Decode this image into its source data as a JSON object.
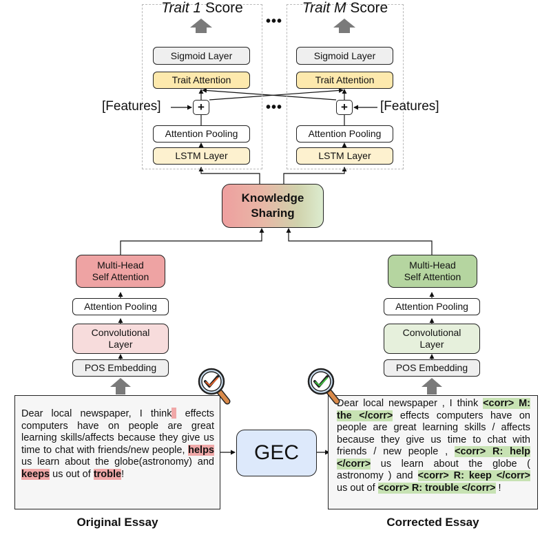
{
  "trait_columns": [
    {
      "score_title_italic": "Trait 1",
      "score_title_rest": " Score",
      "sigmoid": "Sigmoid Layer",
      "trait_attention": "Trait Attention",
      "plus": "+",
      "features": "[Features]",
      "attention_pooling": "Attention Pooling",
      "lstm": "LSTM Layer"
    },
    {
      "score_title_italic": "Trait M",
      "score_title_rest": " Score",
      "sigmoid": "Sigmoid Layer",
      "trait_attention": "Trait Attention",
      "plus": "+",
      "features": "[Features]",
      "attention_pooling": "Attention Pooling",
      "lstm": "LSTM Layer"
    }
  ],
  "ellipsis": "•••",
  "knowledge_sharing": {
    "line1": "Knowledge",
    "line2": "Sharing"
  },
  "encoders": [
    {
      "side": "original",
      "mhsa_line1": "Multi-Head",
      "mhsa_line2": "Self Attention",
      "attention_pooling": "Attention Pooling",
      "conv_line1": "Convolutional",
      "conv_line2": "Layer",
      "pos_embedding": "POS Embedding"
    },
    {
      "side": "corrected",
      "mhsa_line1": "Multi-Head",
      "mhsa_line2": "Self Attention",
      "attention_pooling": "Attention Pooling",
      "conv_line1": "Convolutional",
      "conv_line2": "Layer",
      "pos_embedding": "POS Embedding"
    }
  ],
  "gec": {
    "label": "GEC"
  },
  "original_essay": {
    "caption": "Original Essay",
    "segments": [
      {
        "text": "Dear local newspaper, I think",
        "hl": false
      },
      {
        "text": "",
        "hl": "gap"
      },
      {
        "text": "effects computers have on people are great learning skills/affects because they give us time to chat with friends/new people, ",
        "hl": false
      },
      {
        "text": "helps",
        "hl": true
      },
      {
        "text": " us learn about the globe(astronomy) and ",
        "hl": false
      },
      {
        "text": "keeps",
        "hl": true
      },
      {
        "text": " us out of ",
        "hl": false
      },
      {
        "text": "troble",
        "hl": true
      },
      {
        "text": "!",
        "hl": false
      }
    ]
  },
  "corrected_essay": {
    "caption": "Corrected Essay",
    "segments": [
      {
        "text": "Dear local newspaper , I think ",
        "hl": false
      },
      {
        "text": "<corr> M: the </corr>",
        "hl": true
      },
      {
        "text": " effects computers have on people are great learning skills / affects because they give us time to chat with friends / new people , ",
        "hl": false
      },
      {
        "text": "<corr> R: help </corr>",
        "hl": true
      },
      {
        "text": " us learn about the globe ( astronomy ) and ",
        "hl": false
      },
      {
        "text": "<corr> R: keep </corr>",
        "hl": true
      },
      {
        "text": " us out of ",
        "hl": false
      },
      {
        "text": "<corr> R: trouble </corr>",
        "hl": true
      },
      {
        "text": " !",
        "hl": false
      }
    ]
  },
  "icons": {
    "original_magnifier": {
      "name": "magnifier-check-icon",
      "check_color": "#e0602a"
    },
    "corrected_magnifier": {
      "name": "magnifier-check-icon",
      "check_color": "#3fbf3f"
    }
  },
  "colors": {
    "red_highlight": "#f0a8a8",
    "green_highlight": "#c7e2b3",
    "gec_fill": "#dde9fb",
    "trait_attention_fill": "#fde9ad"
  }
}
